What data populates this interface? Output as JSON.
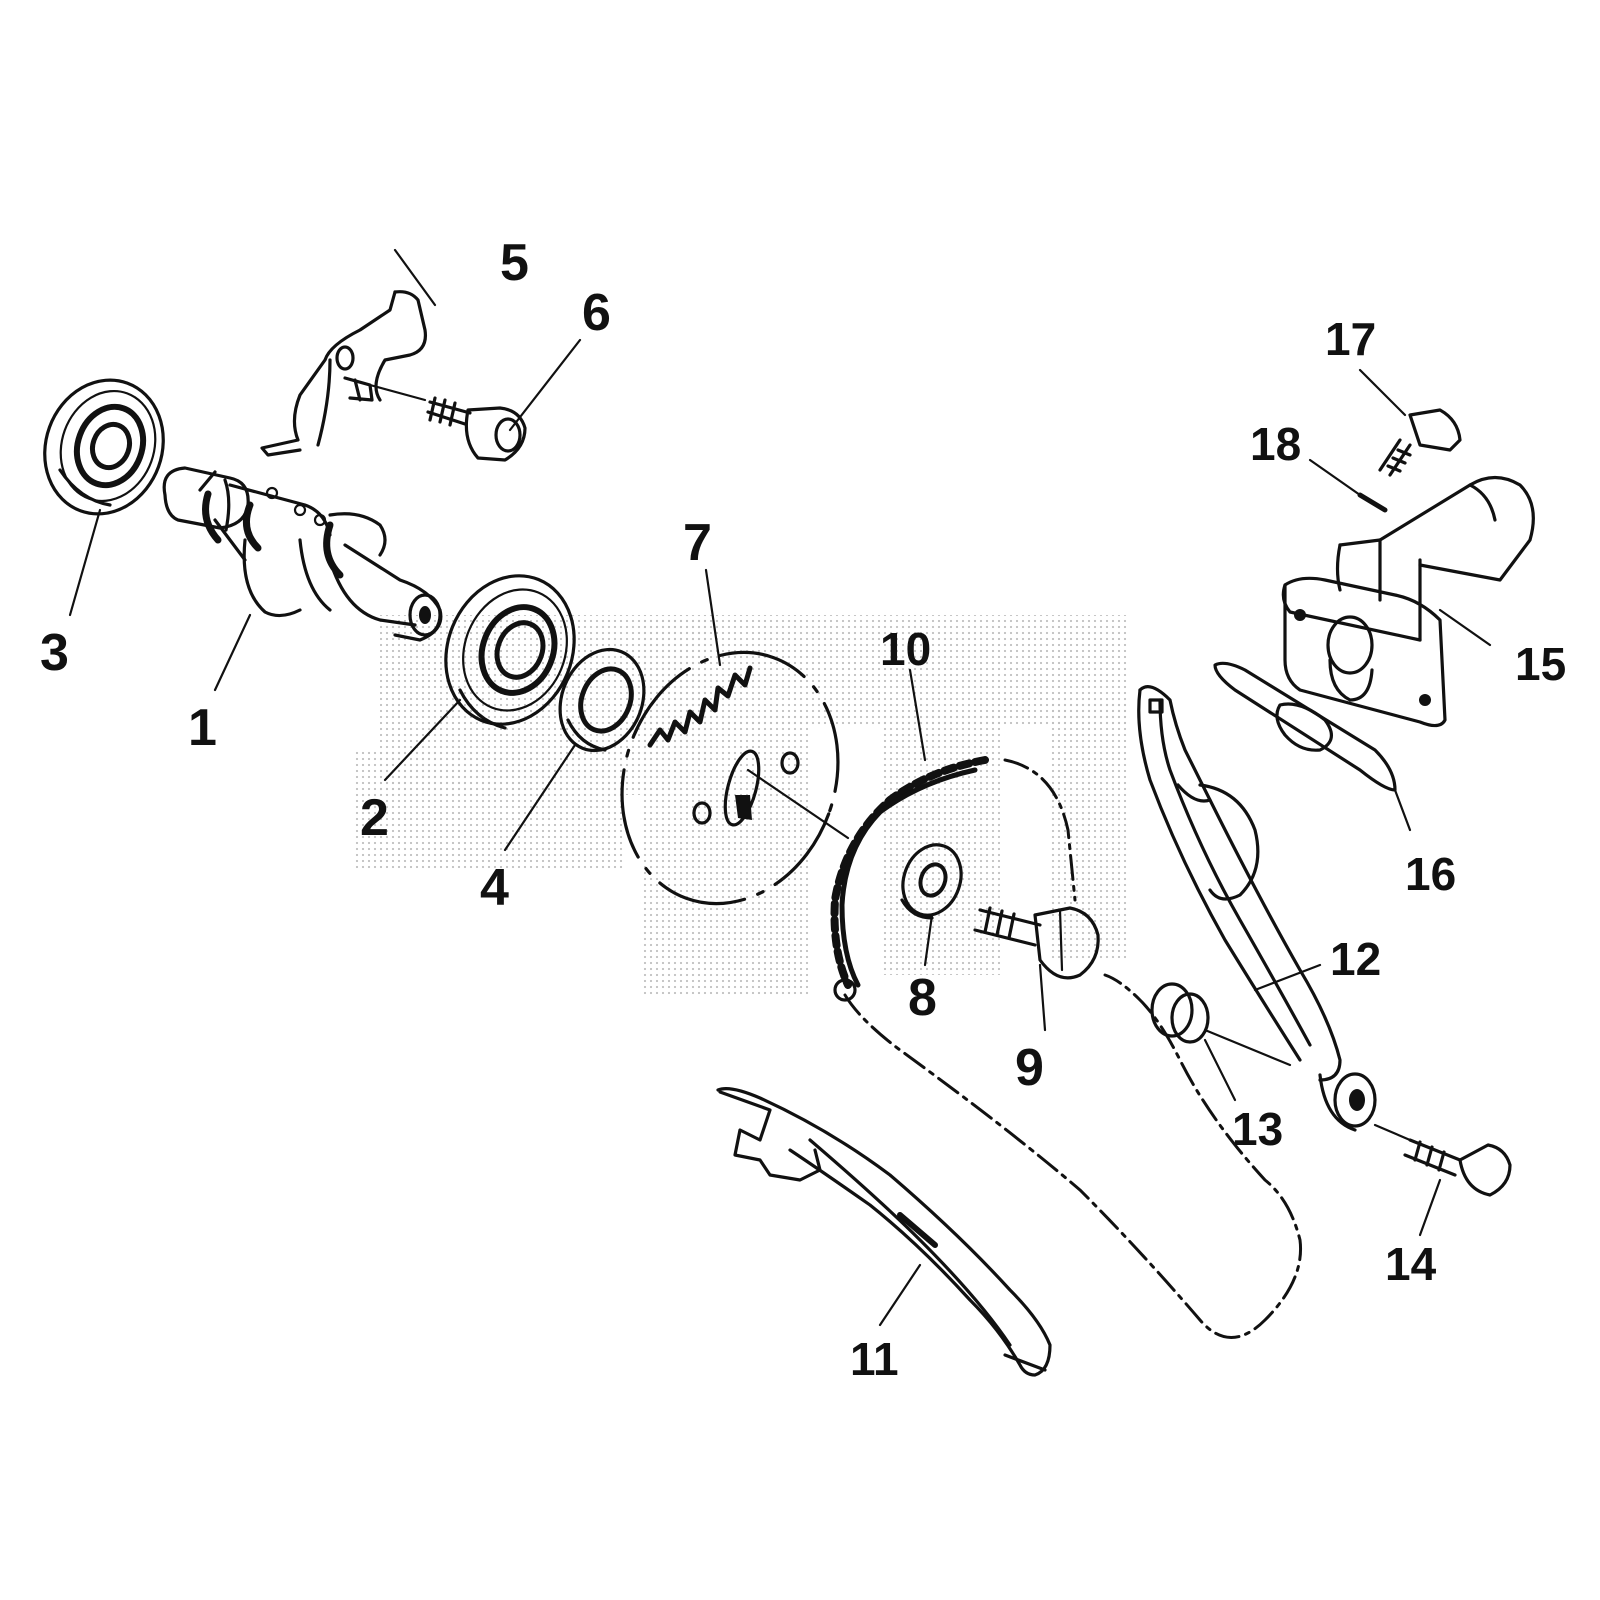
{
  "diagram": {
    "parts": [
      {
        "id": "1"
      },
      {
        "id": "2"
      },
      {
        "id": "3"
      },
      {
        "id": "4"
      },
      {
        "id": "5"
      },
      {
        "id": "6"
      },
      {
        "id": "7"
      },
      {
        "id": "8"
      },
      {
        "id": "9"
      },
      {
        "id": "10"
      },
      {
        "id": "11"
      },
      {
        "id": "12"
      },
      {
        "id": "13"
      },
      {
        "id": "14"
      },
      {
        "id": "15"
      },
      {
        "id": "16"
      },
      {
        "id": "17"
      },
      {
        "id": "18"
      }
    ]
  },
  "colors": {
    "ink": "#111111",
    "paper": "#ffffff",
    "watermark": "#bdbdbd"
  }
}
